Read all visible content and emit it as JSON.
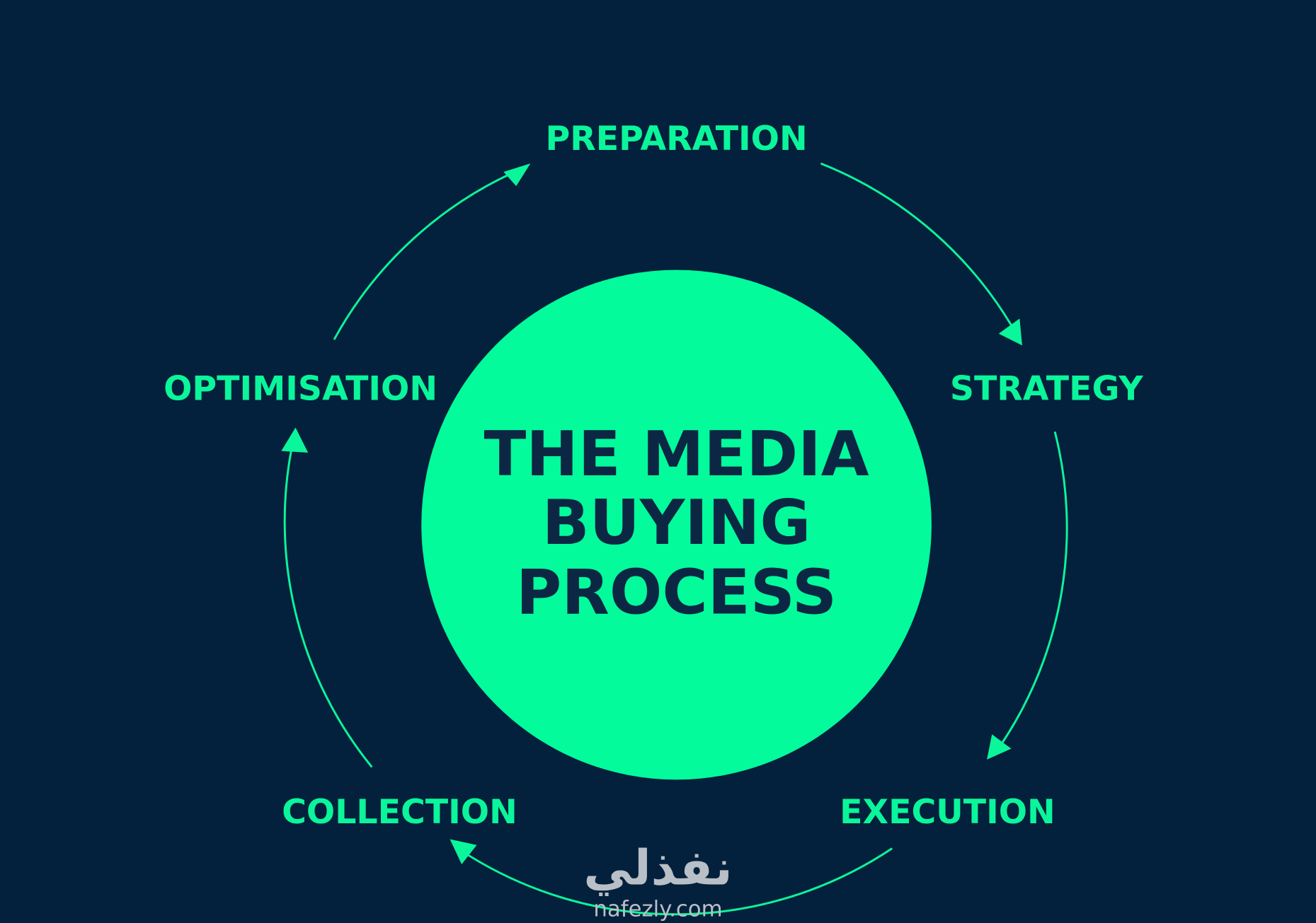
{
  "title_lines": [
    "THE MEDIA",
    "BUYING",
    "PROCESS"
  ],
  "steps": [
    "PREPARATION",
    "STRATEGY",
    "EXECUTION",
    "COLLECTION",
    "OPTIMISATION"
  ],
  "watermark": {
    "arabic": "نفذلي",
    "latin": "nafezly.com"
  },
  "colors": {
    "background": "#03203c",
    "accent": "#03fb9b",
    "title_text": "#0c2744"
  }
}
